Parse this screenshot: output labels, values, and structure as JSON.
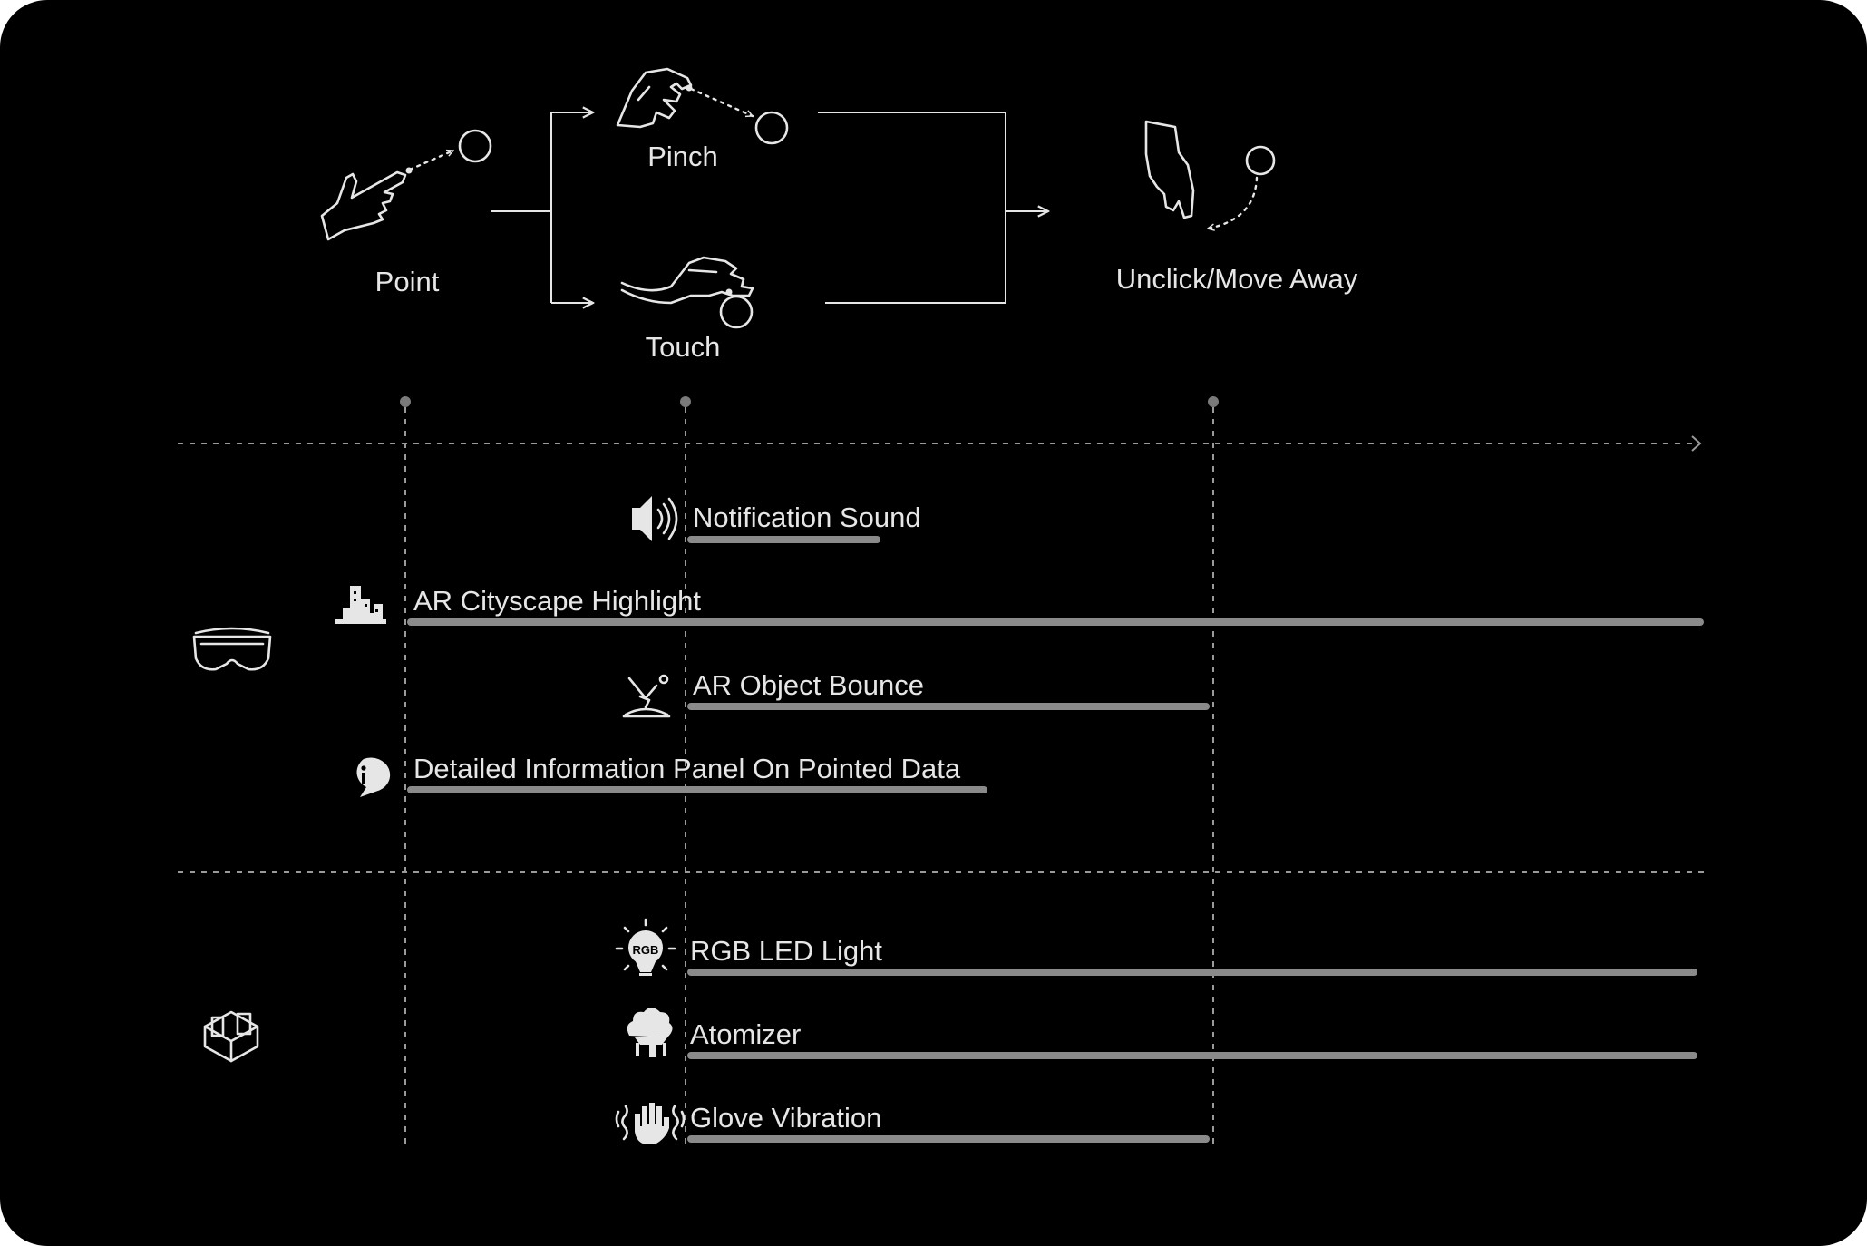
{
  "gestures": {
    "point": "Point",
    "pinch": "Pinch",
    "touch": "Touch",
    "unclick": "Unclick/Move Away"
  },
  "ar_section": {
    "device_icon": "ar-glasses-icon",
    "items": [
      {
        "label": "Notification Sound",
        "icon": "speaker-icon"
      },
      {
        "label": "AR Cityscape Highlight",
        "icon": "cityscape-icon"
      },
      {
        "label": "AR Object Bounce",
        "icon": "bounce-icon"
      },
      {
        "label": "Detailed Information Panel On Pointed Data",
        "icon": "info-bubble-icon"
      }
    ]
  },
  "physical_section": {
    "device_icon": "physical-model-icon",
    "items": [
      {
        "label": "RGB LED Light",
        "icon": "rgb-bulb-icon",
        "icon_text": "RGB"
      },
      {
        "label": "Atomizer",
        "icon": "atomizer-icon"
      },
      {
        "label": "Glove Vibration",
        "icon": "vibrating-glove-icon"
      }
    ]
  },
  "colors": {
    "background": "#000000",
    "foreground": "#e6e6e6",
    "bar": "#8a8a8a",
    "guide": "#9a9a9a"
  }
}
